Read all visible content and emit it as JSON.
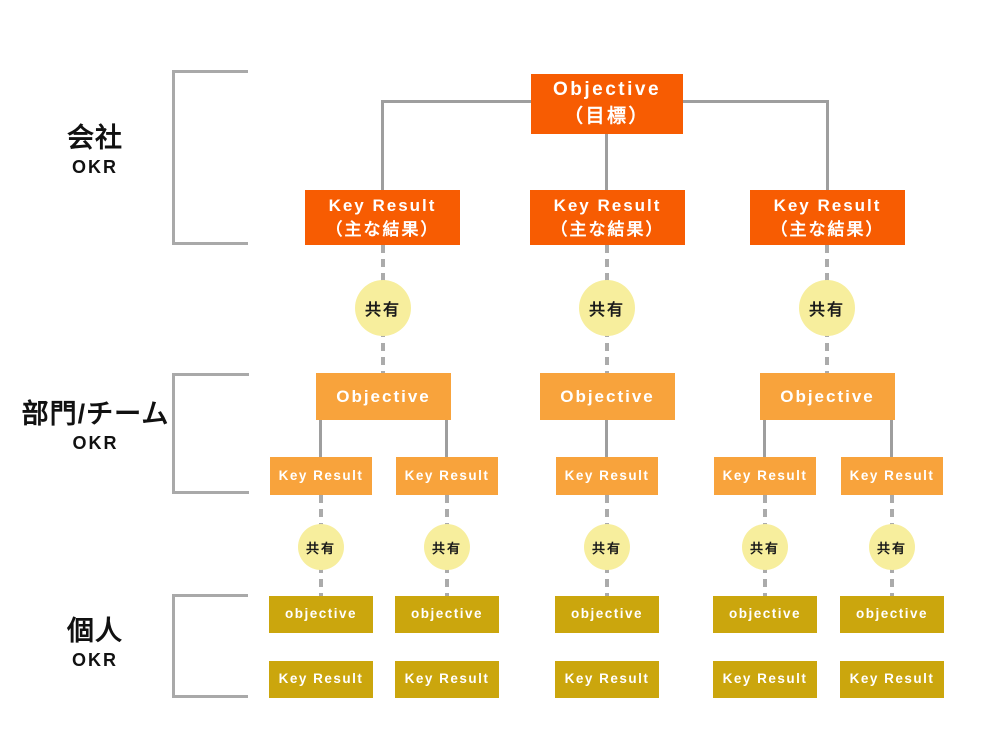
{
  "colors": {
    "company_level": "#f75c02",
    "team_level": "#f8a33c",
    "individual_level": "#cba60d",
    "share_circle": "#f7ee9d",
    "connector_gray": "#9e9e9e",
    "box_text": "#ffffff",
    "label_text": "#111111"
  },
  "side_labels": {
    "company": {
      "title": "会社",
      "sub": "OKR"
    },
    "team": {
      "title": "部門/チーム",
      "sub": "OKR"
    },
    "individual": {
      "title": "個人",
      "sub": "OKR"
    }
  },
  "company": {
    "objective": {
      "line1": "Objective",
      "line2": "（目標）"
    },
    "key_results": [
      {
        "line1": "Key Result",
        "line2": "（主な結果）"
      },
      {
        "line1": "Key Result",
        "line2": "（主な結果）"
      },
      {
        "line1": "Key Result",
        "line2": "（主な結果）"
      }
    ]
  },
  "share": {
    "label": "共有"
  },
  "team": {
    "objectives": [
      "Objective",
      "Objective",
      "Objective"
    ],
    "key_results": [
      "Key Result",
      "Key Result",
      "Key Result",
      "Key Result",
      "Key Result"
    ]
  },
  "individual": {
    "objectives": [
      "objective",
      "objective",
      "objective",
      "objective",
      "objective"
    ],
    "key_results": [
      "Key Result",
      "Key Result",
      "Key Result",
      "Key Result",
      "Key Result"
    ]
  }
}
